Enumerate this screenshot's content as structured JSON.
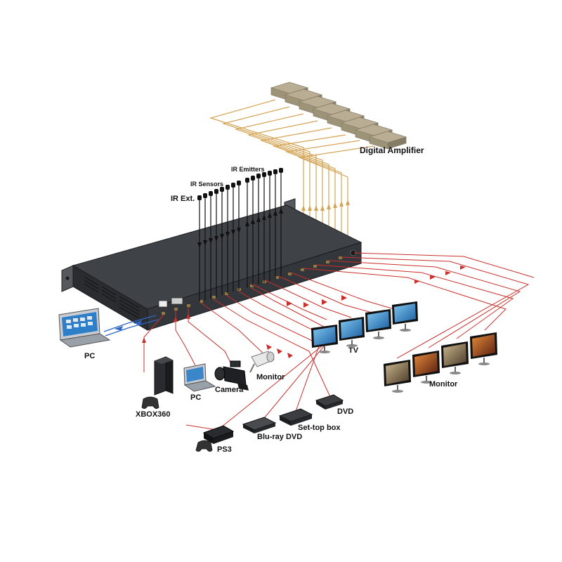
{
  "labels": {
    "digital_amplifier": "Digital Amplifier",
    "ir_emitters": "IR Emitters",
    "ir_sensors": "IR Sensors",
    "ir_ext": "IR Ext.",
    "pc_left": "PC",
    "xbox": "XBOX360",
    "pc_small": "PC",
    "camera": "Camera",
    "monitor_cam": "Monitor",
    "tv": "TV",
    "monitor_bank": "Monitor",
    "dvd": "DVD",
    "settop": "Set-top box",
    "bluray": "Blu-ray DVD",
    "ps3": "PS3"
  },
  "colors": {
    "chassis": "#2d2f33",
    "chassis_top": "#3f4247",
    "audio_wire": "#d4a455",
    "video_wire": "#c9302c",
    "ir_wire": "#111111",
    "amplifier": "#b9ae93",
    "screen_blue": "#2f7fc8"
  },
  "icons": [
    "laptop-icon",
    "gamepad-icon",
    "console-icon",
    "camcorder-icon",
    "security-camera-icon",
    "tv-icon",
    "monitor-icon",
    "disc-player-icon"
  ]
}
